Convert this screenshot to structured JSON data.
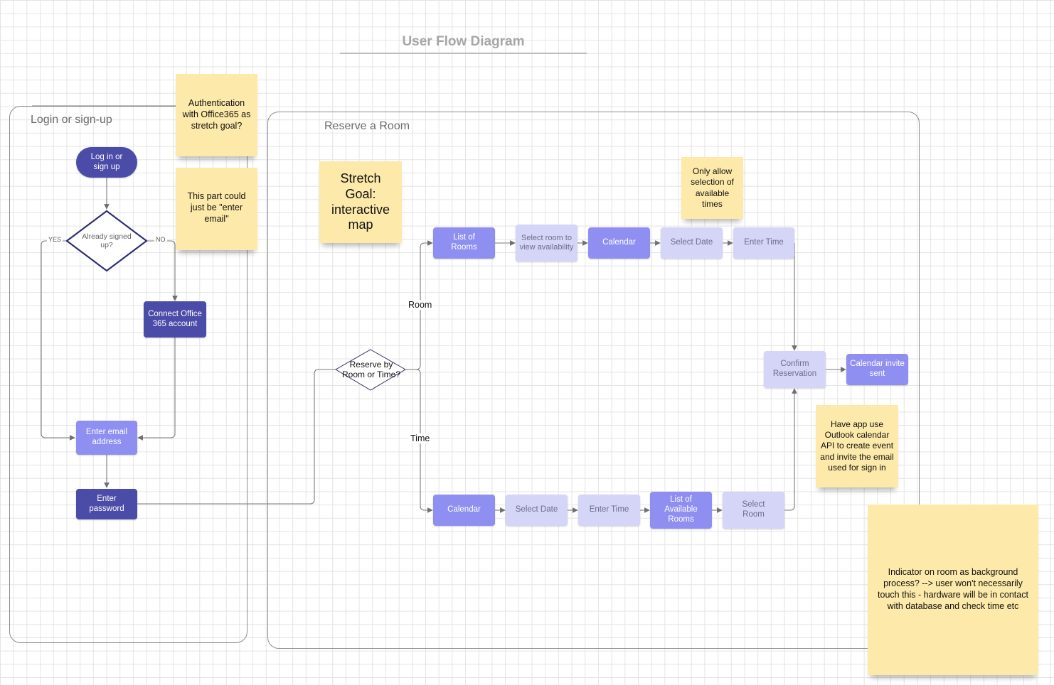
{
  "title": "User Flow Diagram",
  "containers": {
    "login": "Login or sign-up",
    "reserve": "Reserve a Room"
  },
  "login_flow": {
    "start": "Log in or sign up",
    "decision": "Already signed up?",
    "yes_label": "YES",
    "no_label": "NO",
    "connect": "Connect Office 365 account",
    "email": "Enter email address",
    "password": "Enter password"
  },
  "reserve_flow": {
    "decision": "Reserve by Room or Time?",
    "room_label": "Room",
    "time_label": "Time",
    "room_path": [
      "List of Rooms",
      "Select room to view availability",
      "Calendar",
      "Select Date",
      "Enter Time"
    ],
    "time_path": [
      "Calendar",
      "Select Date",
      "Enter Time",
      "List of Available Rooms",
      "Select Room"
    ],
    "confirm": "Confirm Reservation",
    "invite": "Calendar invite sent"
  },
  "notes": {
    "auth": "Authentication with Office365 as stretch goal?",
    "enter_email": "This part could just be \"enter email\"",
    "stretch_map": "Stretch Goal: interactive map",
    "available_times": "Only allow selection of available times",
    "outlook_api": "Have app use Outlook calendar API to create event and invite the email used for sign in",
    "indicator": "Indicator on room as background process? --> user won't necessarily touch this - hardware will be in contact with database and check time etc"
  },
  "colors": {
    "dark_node": "#4b4ba8",
    "mid_node": "#8f8ff2",
    "light_node": "#d5d5f7",
    "sticky_note": "#fde9a9",
    "connector": "#6f6f6f"
  }
}
